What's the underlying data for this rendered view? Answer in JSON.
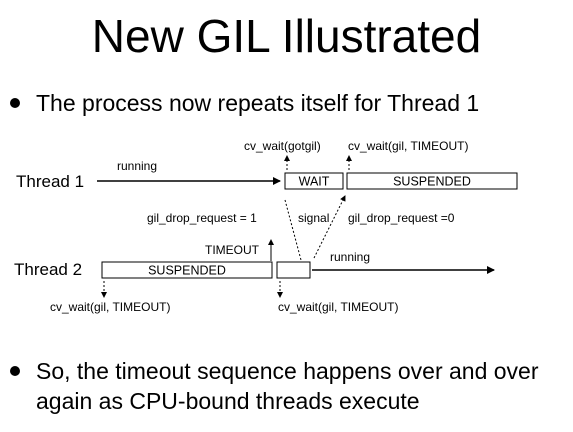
{
  "slide": {
    "title": "New GIL Illustrated",
    "bullets": [
      "The process now repeats itself for Thread 1",
      "So, the timeout sequence happens over and over again as CPU-bound threads execute"
    ]
  },
  "diagram": {
    "thread1": {
      "label": "Thread 1",
      "running_label": "running",
      "wait_box": "WAIT",
      "suspended_box": "SUSPENDED",
      "call_gotgil": "cv_wait(gotgil)",
      "call_timeout": "cv_wait(gil, TIMEOUT)"
    },
    "thread2": {
      "label": "Thread 2",
      "suspended_box": "SUSPENDED",
      "timeout_label": "TIMEOUT",
      "running_label": "running",
      "call_left": "cv_wait(gil, TIMEOUT)",
      "call_right": "cv_wait(gil, TIMEOUT)"
    },
    "signals": {
      "drop_request_1": "gil_drop_request = 1",
      "signal": "signal",
      "drop_request_0": "gil_drop_request =0"
    }
  }
}
